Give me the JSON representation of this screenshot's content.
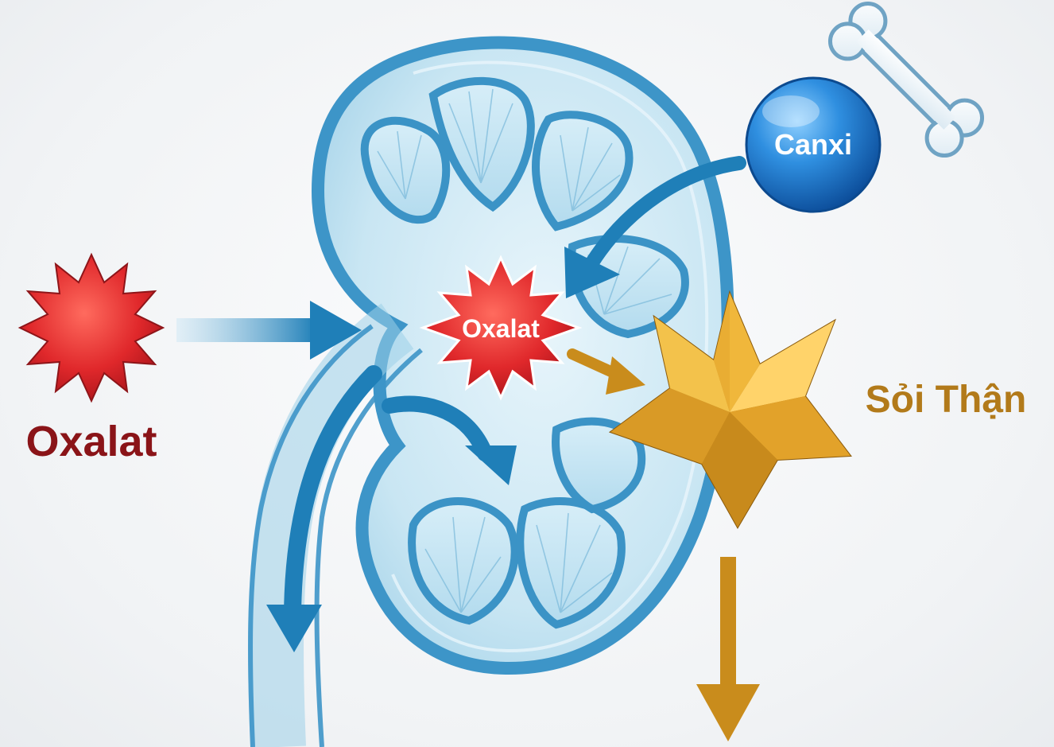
{
  "labels": {
    "oxalate_left": "Oxalat",
    "oxalate_center": "Oxalat",
    "calcium": "Canxi",
    "kidney_stone": "Sỏi Thận"
  },
  "colors": {
    "oxalate_red": "#d6262b",
    "oxalate_text_dark": "#8a1418",
    "calcium_blue": "#1e74c8",
    "stone_gold": "#e3a42a",
    "stone_text": "#b27a1a",
    "kidney_blue": "#4aa3d4",
    "arrow_blue": "#1f7fb8",
    "arrow_gold": "#c98c1c"
  },
  "icons": {
    "oxalate": "red-starburst-icon",
    "calcium": "blue-sphere-icon",
    "bone": "bone-icon",
    "stone": "gold-star-crystal-icon",
    "kidney": "kidney-cross-section-icon"
  }
}
